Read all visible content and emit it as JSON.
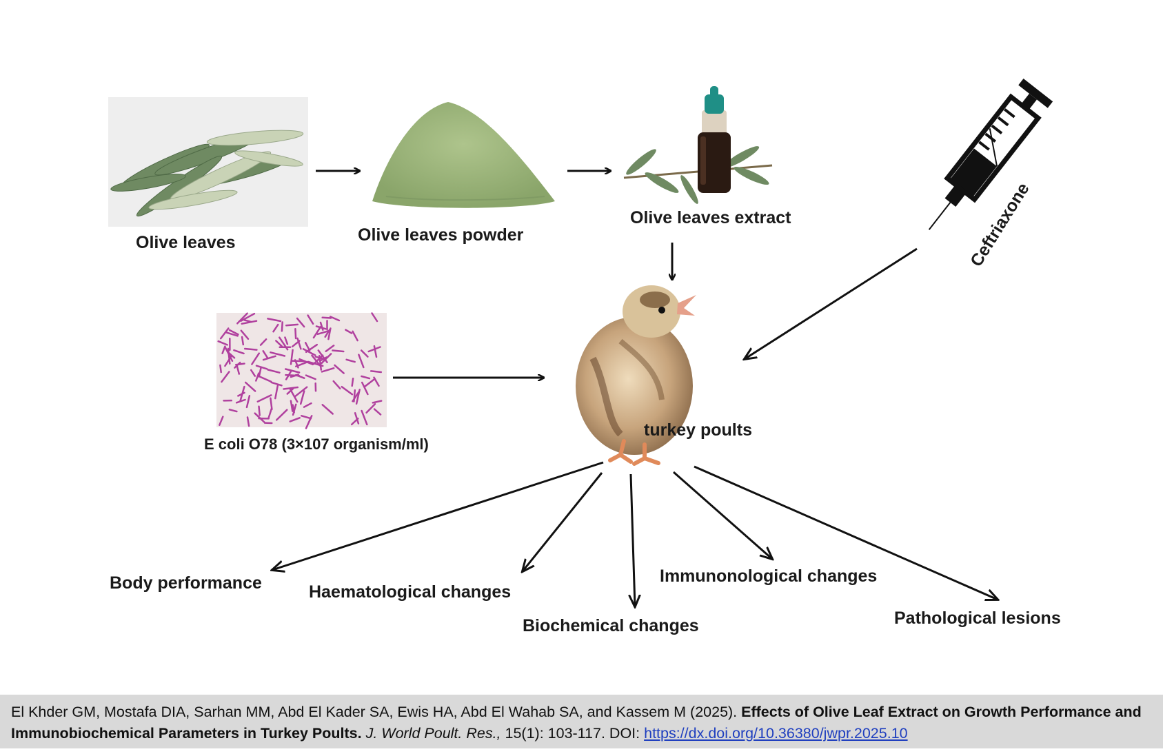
{
  "nodes": {
    "olive_leaves": "Olive leaves",
    "olive_powder": "Olive leaves powder",
    "olive_extract": "Olive leaves extract",
    "ceftriaxone": "Ceftriaxone",
    "ecoli": "E coli O78 (3×107 organism/ml)",
    "poults": "turkey poults"
  },
  "outcomes": {
    "body": "Body performance",
    "haemato": "Haematological changes",
    "biochem": "Biochemical changes",
    "immuno": "Immunonological changes",
    "patho": "Pathological lesions"
  },
  "citation": {
    "authors": "El Khder GM, Mostafa DIA, Sarhan MM, Abd El Kader SA, Ewis HA, Abd El Wahab SA, and Kassem M (2025).",
    "title": "Effects of Olive Leaf Extract on Growth Performance and Immunobiochemical  Parameters in Turkey Poults.",
    "journal": "J. World Poult. Res.,",
    "volume": "15(1): 103-117.",
    "doi_label": "DOI:",
    "doi_link": "https://dx.doi.org/10.36380/jwpr.2025.10"
  },
  "colors": {
    "arrow": "#111111",
    "leaf_dark": "#6f8a62",
    "leaf_light": "#c9d3b6",
    "powder": "#9ab27a",
    "bacteria": "#b0409e",
    "citation_bg": "#d9d9d9",
    "link": "#1f3fbf"
  }
}
